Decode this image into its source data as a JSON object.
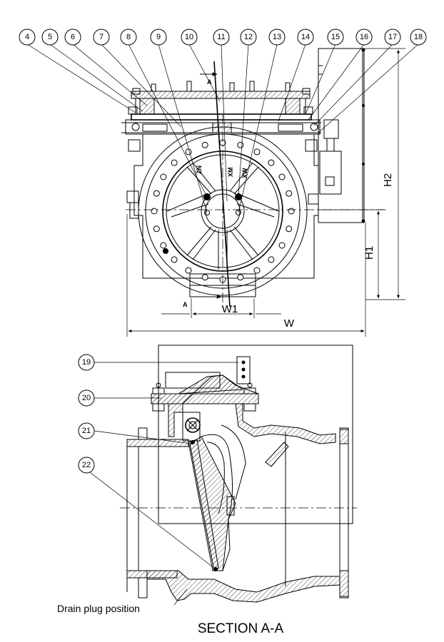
{
  "balloons_top": [
    "4",
    "5",
    "6",
    "7",
    "8",
    "9",
    "10",
    "11",
    "12",
    "13",
    "14",
    "15",
    "16",
    "17",
    "18"
  ],
  "balloons_section": [
    "19",
    "20",
    "21",
    "22"
  ],
  "dimensions": {
    "h1": "H1",
    "h2": "H2",
    "w": "W",
    "w1": "W1"
  },
  "section_markers": {
    "top": "A",
    "bottom": "A"
  },
  "section_title": "SECTION A-A",
  "drain_plug_label": "Drain plug position"
}
